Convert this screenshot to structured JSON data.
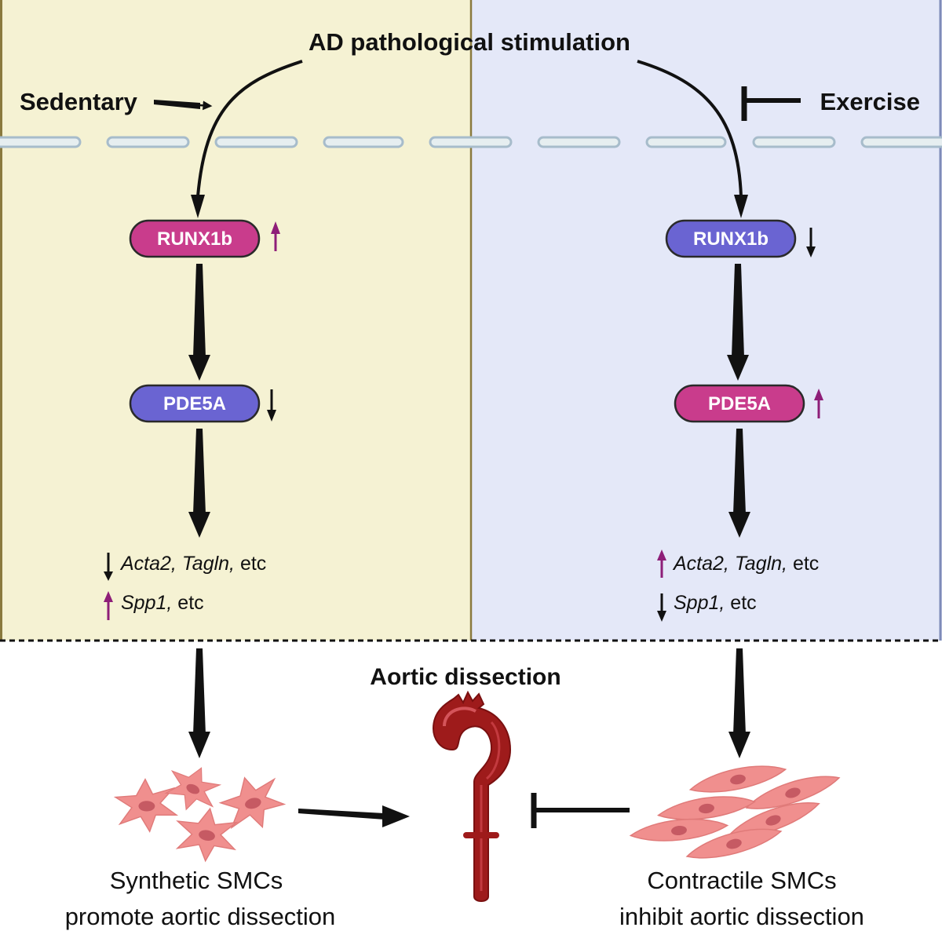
{
  "top": {
    "title": "AD pathological stimulation",
    "left_label": "Sedentary",
    "right_label": "Exercise"
  },
  "left": {
    "node1": "RUNX1b",
    "node2": "PDE5A",
    "genes1_italic": "Acta2, Tagln,",
    "genes1_rest": " etc",
    "genes2_italic": "Spp1,",
    "genes2_rest": " etc",
    "caption_line1": "Synthetic SMCs",
    "caption_line2": "promote aortic dissection"
  },
  "right": {
    "node1": "RUNX1b",
    "node2": "PDE5A",
    "genes1_italic": "Acta2, Tagln,",
    "genes1_rest": " etc",
    "genes2_italic": "Spp1,",
    "genes2_rest": " etc",
    "caption_line1": "Contractile SMCs",
    "caption_line2": "inhibit aortic dissection"
  },
  "bottom": {
    "center_title": "Aortic dissection"
  },
  "colors": {
    "left_panel": "#f5f2d3",
    "right_panel": "#e4e8f8",
    "upregulated": "#c93c8c",
    "downregulated": "#6a64d2",
    "up_arrow": "#8e1e78",
    "cell": "#f08f8e",
    "aorta": "#9e1b1b"
  }
}
